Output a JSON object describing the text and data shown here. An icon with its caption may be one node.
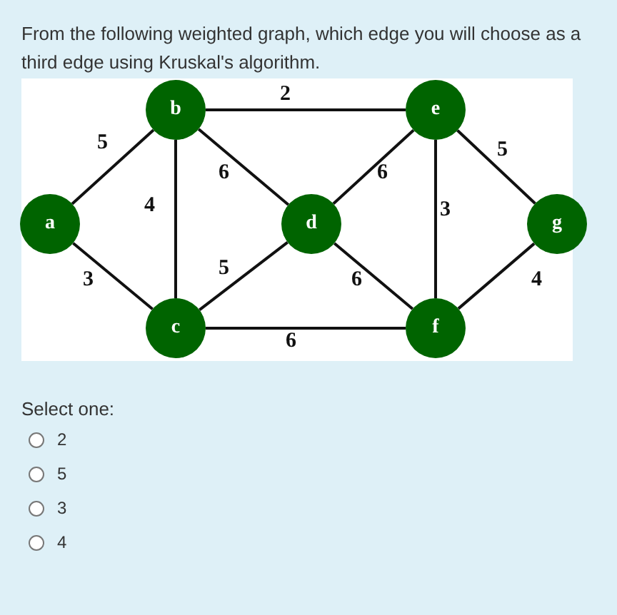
{
  "diagram": {
    "title": "From the following weighted graph, which edge you will choose as a third edge using Kruskal's algorithm.",
    "nodes": [
      {
        "text": [
          "a"
        ]
      },
      {
        "text": [
          "b"
        ]
      },
      {
        "text": [
          "c"
        ]
      },
      {
        "text": [
          "d"
        ]
      },
      {
        "text": [
          "e"
        ]
      },
      {
        "text": [
          "f"
        ]
      },
      {
        "text": [
          "g"
        ]
      }
    ],
    "edges": [
      {
        "from": 0,
        "to": 1,
        "arrow": "none",
        "label": "5"
      },
      {
        "from": 0,
        "to": 2,
        "arrow": "none",
        "label": "3"
      },
      {
        "from": 1,
        "to": 2,
        "arrow": "none",
        "label": "4"
      },
      {
        "from": 1,
        "to": 4,
        "arrow": "none",
        "label": "2"
      },
      {
        "from": 1,
        "to": 3,
        "arrow": "none",
        "label": "6"
      },
      {
        "from": 2,
        "to": 3,
        "arrow": "none",
        "label": "5"
      },
      {
        "from": 2,
        "to": 5,
        "arrow": "none",
        "label": "6"
      },
      {
        "from": 3,
        "to": 5,
        "arrow": "none",
        "label": "6"
      },
      {
        "from": 4,
        "to": 3,
        "arrow": "none",
        "label": "6"
      },
      {
        "from": 4,
        "to": 5,
        "arrow": "none",
        "label": "3"
      },
      {
        "from": 4,
        "to": 6,
        "arrow": "none",
        "label": "5"
      },
      {
        "from": 5,
        "to": 6,
        "arrow": "none",
        "label": "4"
      }
    ],
    "labels": [
      "Select one:",
      "2",
      "5",
      "3",
      "4"
    ]
  }
}
